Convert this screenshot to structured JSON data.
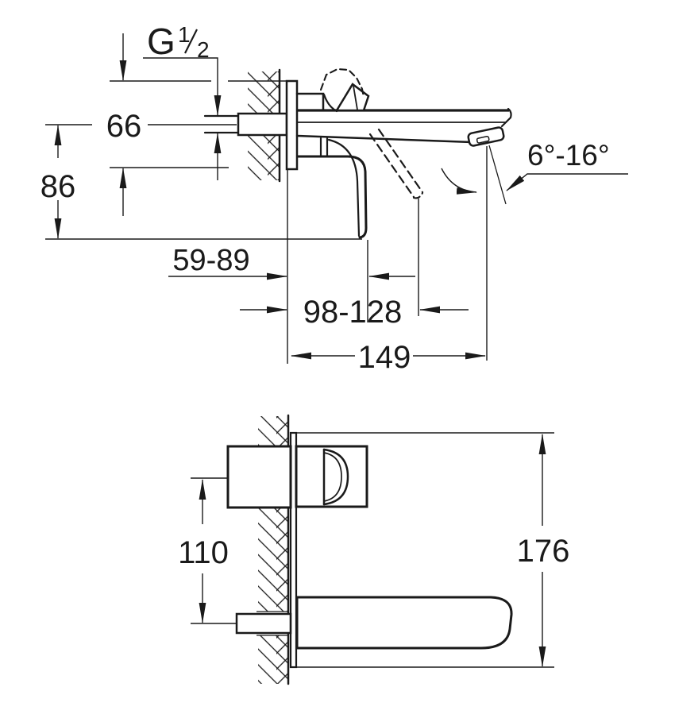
{
  "colors": {
    "line": "#1a1a1a",
    "background": "#ffffff"
  },
  "top_view": {
    "thread": {
      "full": "G 1/2",
      "g": "G",
      "numerator": "1",
      "denominator": "2"
    },
    "dim_plate": "66",
    "dim_handle_drop": "86",
    "dim_handle_closed": "59-89",
    "dim_handle_open": "98-128",
    "dim_spout_length": "149",
    "dim_angle_range": "6°-16°"
  },
  "bottom_view": {
    "dim_center_distance": "110",
    "dim_plate_height": "176"
  }
}
